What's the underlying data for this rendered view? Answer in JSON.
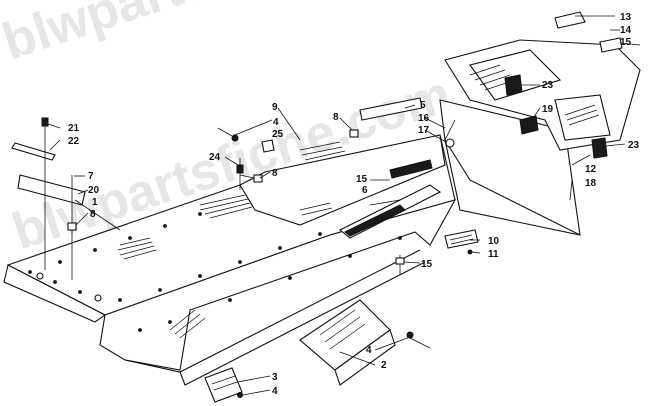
{
  "watermark": "blwpartsfiche.com",
  "callouts": {
    "c1": "1",
    "c2": "2",
    "c3": "3",
    "c4a": "4",
    "c4b": "4",
    "c4c": "4",
    "c5": "5",
    "c6": "6",
    "c7": "7",
    "c8a": "8",
    "c8b": "8",
    "c8c": "8",
    "c9": "9",
    "c10": "10",
    "c11": "11",
    "c12": "12",
    "c13": "13",
    "c14": "14",
    "c15a": "15",
    "c15b": "15",
    "c15c": "15",
    "c16": "16",
    "c17": "17",
    "c18": "18",
    "c19": "19",
    "c20": "20",
    "c21": "21",
    "c22": "22",
    "c23a": "23",
    "c23b": "23",
    "c24": "24",
    "c25": "25"
  }
}
